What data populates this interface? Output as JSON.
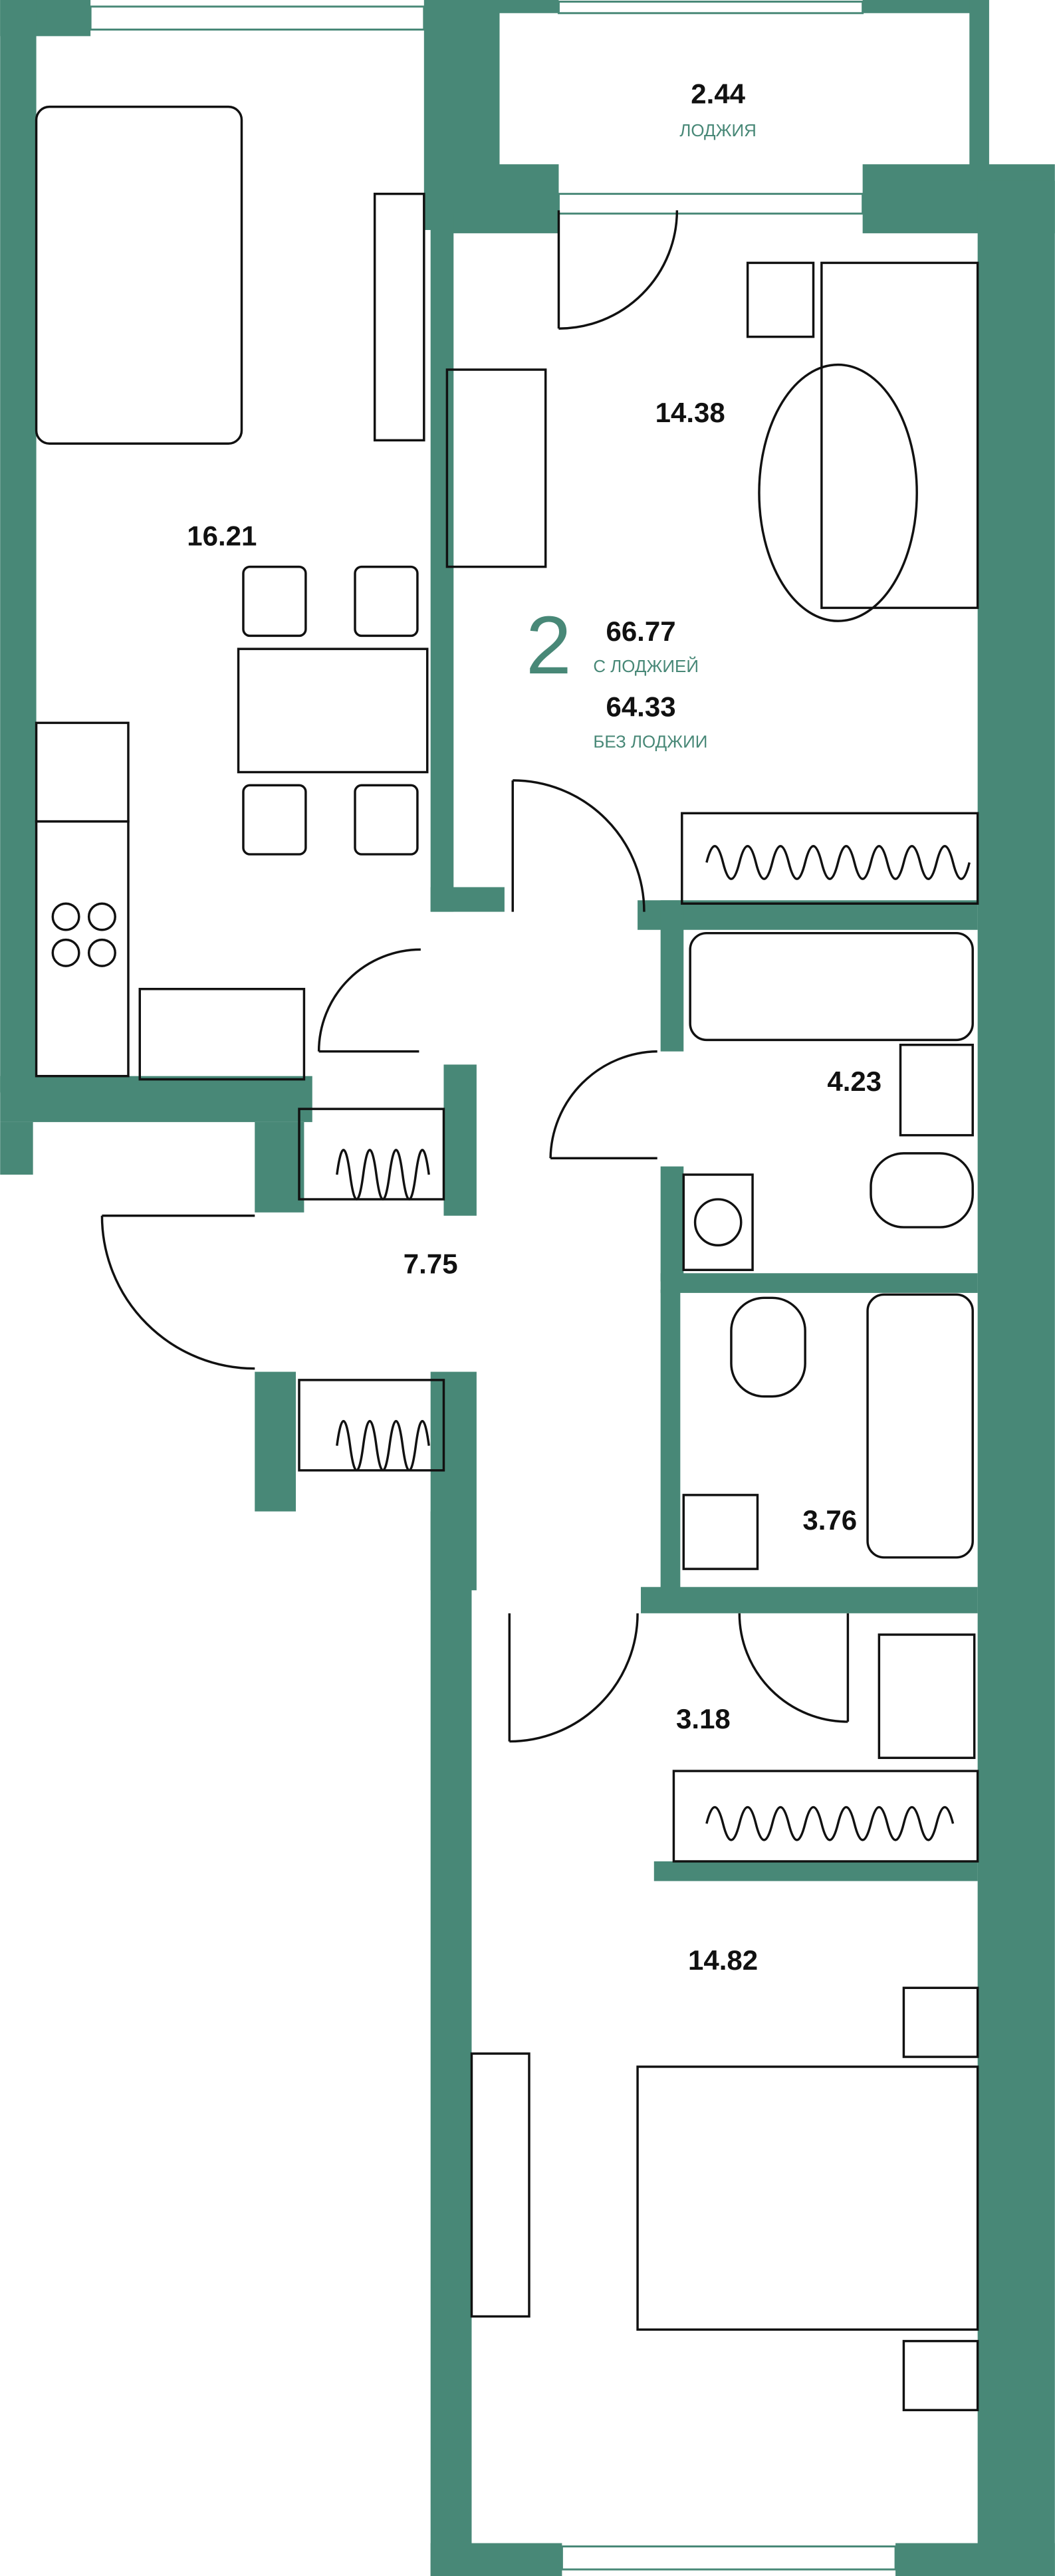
{
  "plan": {
    "rooms_count": "2",
    "total_with_loggia": "66.77",
    "label_with_loggia": "С ЛОДЖИЕЙ",
    "total_without_loggia": "64.33",
    "label_without_loggia": "БЕЗ ЛОДЖИИ"
  },
  "rooms": {
    "loggia": {
      "area": "2.44",
      "label": "ЛОДЖИЯ"
    },
    "bedroom_1": {
      "area": "14.38"
    },
    "living_kitchen": {
      "area": "16.21"
    },
    "bathroom_1": {
      "area": "4.23"
    },
    "hall": {
      "area": "7.75"
    },
    "bathroom_2": {
      "area": "3.76"
    },
    "corridor": {
      "area": "3.18"
    },
    "bedroom_2": {
      "area": "14.82"
    }
  },
  "colors": {
    "wall": "#488877",
    "accent_text": "#488877",
    "text": "#111111"
  }
}
